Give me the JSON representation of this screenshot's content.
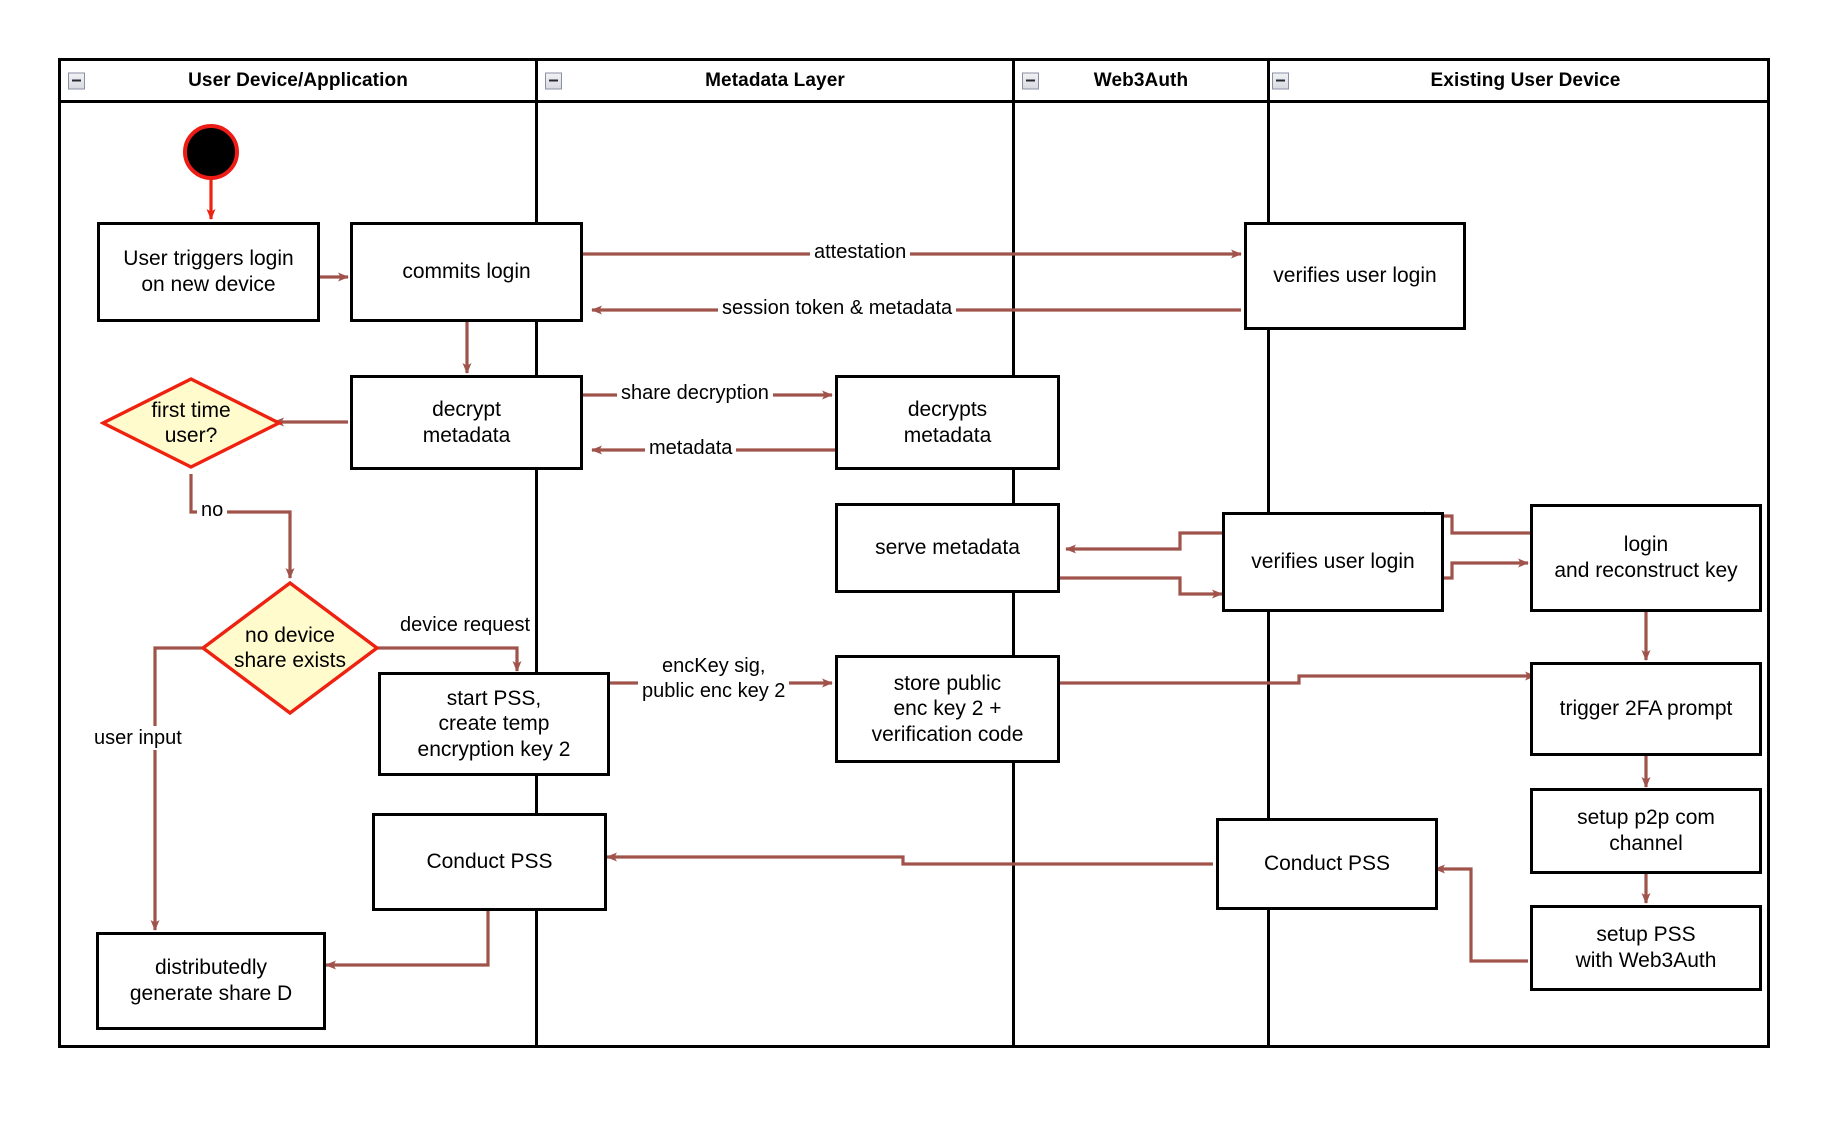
{
  "diagram": {
    "title": "Web3Auth new-device login activity diagram",
    "type": "swimlane-activity-diagram",
    "colors": {
      "lane_border": "#000000",
      "node_border": "#000000",
      "node_fill": "#ffffff",
      "decision_fill": "#fffbcc",
      "decision_border": "#ee2211",
      "flow_arrow": "#a0534b",
      "start_node_fill": "#000000",
      "start_node_border": "#ed1c16",
      "start_arrow": "#ee2211",
      "background": "#ffffff"
    },
    "lanes": [
      {
        "id": "user-device",
        "label": "User Device/Application",
        "collapse_icon": "collapse-minus-icon"
      },
      {
        "id": "metadata-layer",
        "label": "Metadata Layer",
        "collapse_icon": "collapse-minus-icon"
      },
      {
        "id": "web3auth",
        "label": "Web3Auth",
        "collapse_icon": "collapse-minus-icon"
      },
      {
        "id": "existing-device",
        "label": "Existing User Device",
        "collapse_icon": "collapse-minus-icon"
      }
    ],
    "nodes": [
      {
        "id": "start",
        "lane": "user-device",
        "shape": "initial",
        "label": ""
      },
      {
        "id": "user-triggers-login",
        "lane": "user-device",
        "shape": "activity",
        "label": "User triggers login\non new device"
      },
      {
        "id": "commits-login",
        "lane": "user-device",
        "shape": "activity",
        "label": "commits login"
      },
      {
        "id": "decrypt-metadata",
        "lane": "user-device",
        "shape": "activity",
        "label": "decrypt\nmetadata"
      },
      {
        "id": "first-time-user",
        "lane": "user-device",
        "shape": "decision",
        "label": "first time\nuser?"
      },
      {
        "id": "no-device-share",
        "lane": "user-device",
        "shape": "decision",
        "label": "no device\nshare exists"
      },
      {
        "id": "start-pss",
        "lane": "user-device",
        "shape": "activity",
        "label": "start PSS,\ncreate temp\nencryption key 2"
      },
      {
        "id": "conduct-pss-user",
        "lane": "user-device",
        "shape": "activity",
        "label": "Conduct PSS"
      },
      {
        "id": "generate-share-d",
        "lane": "user-device",
        "shape": "activity",
        "label": "distributedly\ngenerate share D"
      },
      {
        "id": "decrypts-metadata",
        "lane": "metadata-layer",
        "shape": "activity",
        "label": "decrypts\nmetadata"
      },
      {
        "id": "serve-metadata",
        "lane": "metadata-layer",
        "shape": "activity",
        "label": "serve metadata"
      },
      {
        "id": "store-public-key",
        "lane": "metadata-layer",
        "shape": "activity",
        "label": "store public\nenc key 2 +\nverification code"
      },
      {
        "id": "verifies-login-1",
        "lane": "web3auth",
        "shape": "activity",
        "label": "verifies user login"
      },
      {
        "id": "verifies-login-2",
        "lane": "web3auth",
        "shape": "activity",
        "label": "verifies user login"
      },
      {
        "id": "conduct-pss-w3a",
        "lane": "web3auth",
        "shape": "activity",
        "label": "Conduct PSS"
      },
      {
        "id": "login-reconstruct",
        "lane": "existing-device",
        "shape": "activity",
        "label": "login\nand reconstruct key"
      },
      {
        "id": "trigger-2fa",
        "lane": "existing-device",
        "shape": "activity",
        "label": "trigger 2FA prompt"
      },
      {
        "id": "setup-p2p",
        "lane": "existing-device",
        "shape": "activity",
        "label": "setup p2p com\nchannel"
      },
      {
        "id": "setup-pss-w3a",
        "lane": "existing-device",
        "shape": "activity",
        "label": "setup PSS\nwith Web3Auth"
      }
    ],
    "edges": [
      {
        "from": "start",
        "to": "user-triggers-login",
        "label": ""
      },
      {
        "from": "user-triggers-login",
        "to": "commits-login",
        "label": ""
      },
      {
        "from": "commits-login",
        "to": "verifies-login-1",
        "label": "attestation"
      },
      {
        "from": "verifies-login-1",
        "to": "commits-login",
        "label": "session token & metadata"
      },
      {
        "from": "commits-login",
        "to": "decrypt-metadata",
        "label": ""
      },
      {
        "from": "decrypt-metadata",
        "to": "decrypts-metadata",
        "label": "share decryption"
      },
      {
        "from": "decrypts-metadata",
        "to": "decrypt-metadata",
        "label": "metadata"
      },
      {
        "from": "decrypt-metadata",
        "to": "first-time-user",
        "label": ""
      },
      {
        "from": "first-time-user",
        "to": "no-device-share",
        "label": "no"
      },
      {
        "from": "no-device-share",
        "to": "start-pss",
        "label": "device request"
      },
      {
        "from": "no-device-share",
        "to": "generate-share-d",
        "label": "user input"
      },
      {
        "from": "start-pss",
        "to": "store-public-key",
        "label": "encKey sig,\npublic enc key 2"
      },
      {
        "from": "store-public-key",
        "to": "trigger-2fa",
        "label": ""
      },
      {
        "from": "login-reconstruct",
        "to": "verifies-login-2",
        "label": ""
      },
      {
        "from": "verifies-login-2",
        "to": "login-reconstruct",
        "label": ""
      },
      {
        "from": "verifies-login-2",
        "to": "serve-metadata",
        "label": ""
      },
      {
        "from": "serve-metadata",
        "to": "verifies-login-2",
        "label": ""
      },
      {
        "from": "login-reconstruct",
        "to": "trigger-2fa",
        "label": ""
      },
      {
        "from": "trigger-2fa",
        "to": "setup-p2p",
        "label": ""
      },
      {
        "from": "setup-p2p",
        "to": "setup-pss-w3a",
        "label": ""
      },
      {
        "from": "setup-pss-w3a",
        "to": "conduct-pss-w3a",
        "label": ""
      },
      {
        "from": "conduct-pss-w3a",
        "to": "conduct-pss-user",
        "label": ""
      },
      {
        "from": "conduct-pss-user",
        "to": "generate-share-d",
        "label": ""
      }
    ],
    "edge_labels": {
      "attestation": "attestation",
      "session_token": "session token & metadata",
      "share_decryption": "share decryption",
      "metadata": "metadata",
      "no": "no",
      "device_request": "device request",
      "user_input": "user input",
      "enckey_sig": "encKey sig,\npublic enc key 2"
    }
  }
}
